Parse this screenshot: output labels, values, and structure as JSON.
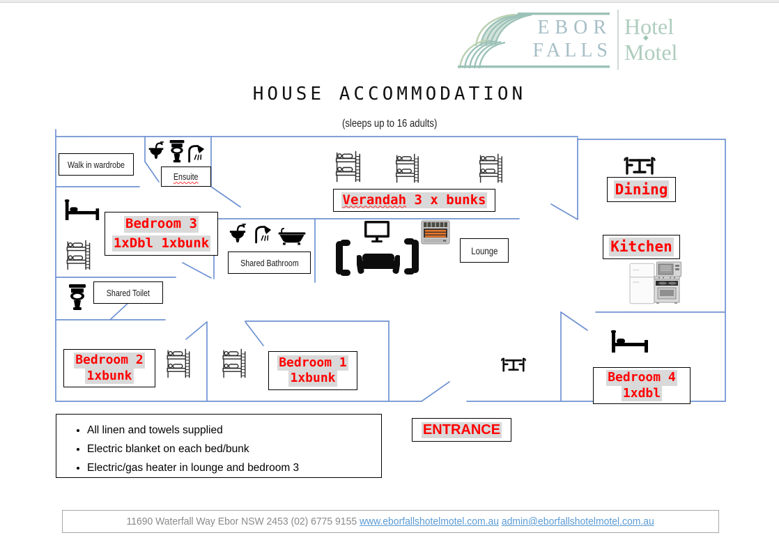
{
  "logo": {
    "ebor": "EBOR",
    "falls": "FALLS",
    "hotel": "Hotel",
    "motel": "Motel",
    "diamond": "◆",
    "colors": {
      "teal": "#9cc2b8",
      "name_text": "#a6bec6",
      "right_text": "#aecdbd"
    }
  },
  "header": {
    "title": "HOUSE ACCOMMODATION",
    "subtitle": "(sleeps up to 16 adults)"
  },
  "rooms": {
    "wardrobe": {
      "label": "Walk in wardrobe"
    },
    "ensuite": {
      "label": "Ensuite",
      "icons": [
        "sink-icon",
        "toilet-icon",
        "shower-icon"
      ]
    },
    "bedroom3": {
      "line1": "Bedroom 3",
      "line2": "1xDbl 1xbunk",
      "icons": [
        "double-bed-icon",
        "bunk-bed-icon"
      ]
    },
    "shared_bathroom": {
      "label": "Shared Bathroom",
      "icons": [
        "sink-icon",
        "shower-icon",
        "bathtub-icon"
      ]
    },
    "shared_toilet": {
      "label": "Shared Toilet",
      "icons": [
        "toilet-icon"
      ]
    },
    "verandah": {
      "word": "Verandah",
      "rest": " 3 x bunks",
      "icons": [
        "bunk-bed-icon",
        "bunk-bed-icon",
        "bunk-bed-icon"
      ]
    },
    "lounge": {
      "label": "Lounge",
      "icons": [
        "tv-icon",
        "armchair-icon",
        "sofa-icon",
        "armchair-icon",
        "heater-icon"
      ]
    },
    "dining": {
      "label": "Dining",
      "icons": [
        "dining-table-icon"
      ]
    },
    "kitchen": {
      "label": "Kitchen",
      "icons": [
        "fridge-icon",
        "microwave-icon",
        "stove-icon"
      ]
    },
    "bedroom2": {
      "line1": "Bedroom 2",
      "line2": "1xbunk",
      "icons": [
        "bunk-bed-icon"
      ]
    },
    "bedroom1": {
      "line1": "Bedroom 1",
      "line2": "1xbunk",
      "icons": [
        "bunk-bed-icon"
      ]
    },
    "bedroom4": {
      "line1": "Bedroom 4",
      "line2": "1xdbl",
      "icons": [
        "double-bed-icon"
      ]
    },
    "hall": {
      "icons": [
        "dining-table-icon"
      ]
    }
  },
  "entrance": {
    "label": "ENTRANCE"
  },
  "notes": {
    "items": [
      "All linen and towels supplied",
      "Electric blanket on each bed/bunk",
      "Electric/gas heater in lounge and bedroom 3"
    ]
  },
  "footer": {
    "address": "11690 Waterfall Way Ebor NSW 2453 (02) 6775 9155",
    "website": "www.eborfallshotelmotel.com.au",
    "email": "admin@eborfallshotelmotel.com.au"
  },
  "colors": {
    "label_red": "#ff0000",
    "label_highlight": "#d9d9d9",
    "wall_blue": "#6f92d3",
    "link_blue": "#5b9bd5",
    "footer_gray": "#8a8a8a"
  }
}
